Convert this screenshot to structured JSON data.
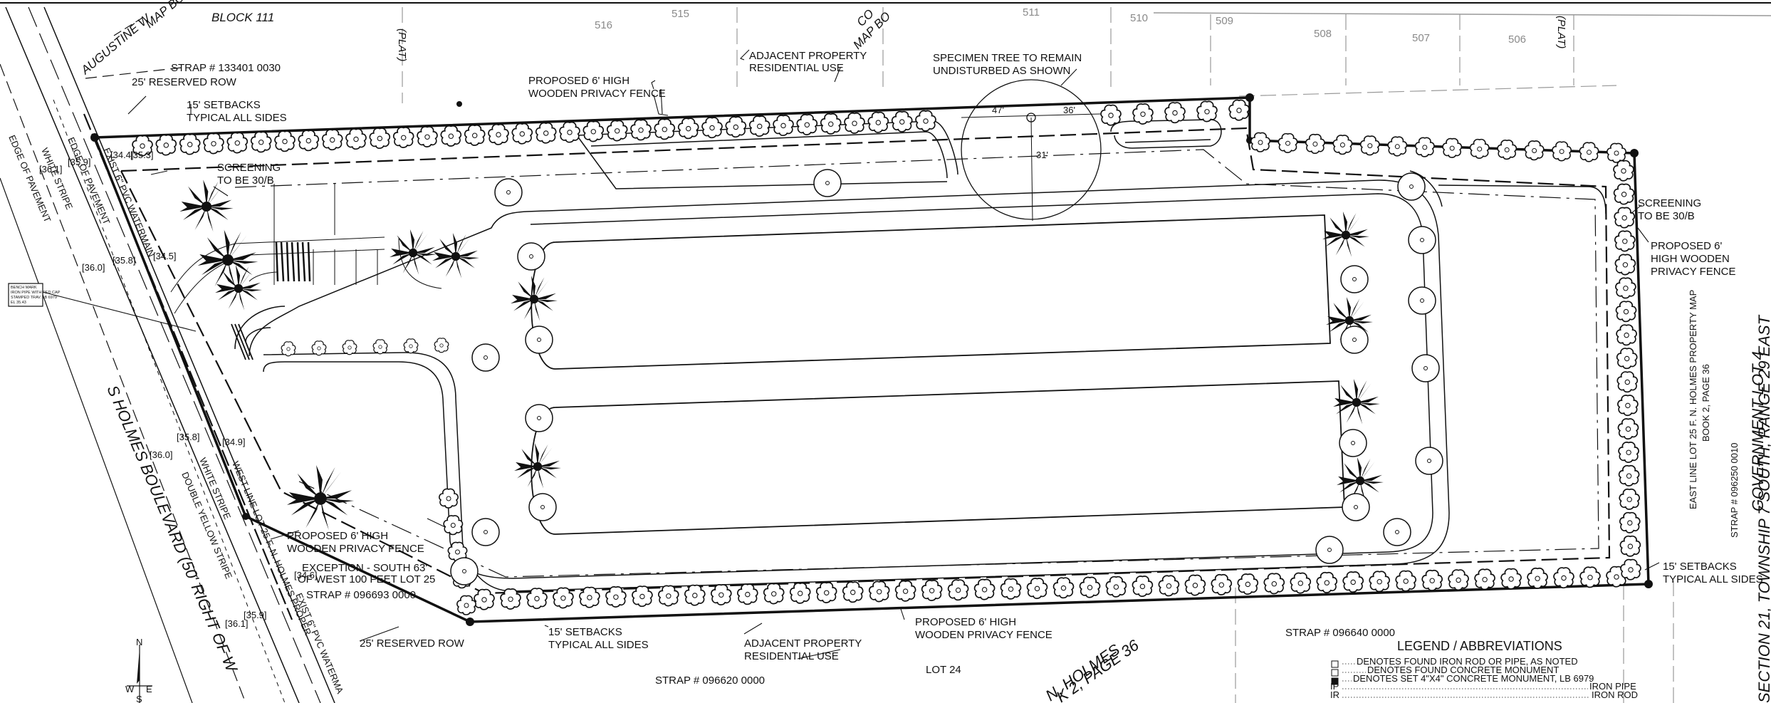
{
  "title_block": {
    "block": "BLOCK 111"
  },
  "lots_top": [
    "516",
    "515",
    "511",
    "510",
    "509",
    "508",
    "507",
    "506"
  ],
  "plat_left": "(PLAT)",
  "plat_right": "(PLAT)",
  "augustine": "AUGUSTINE W",
  "map_book_left": "MAP BOOK",
  "co_label": "CO",
  "map_book_top": "MAP BO",
  "labels": {
    "strap_133401": "STRAP # 133401 0030",
    "reserved_row_top": "25' RESERVED ROW",
    "setbacks_top": "15' SETBACKS",
    "setbacks_top_2": "TYPICAL ALL SIDES",
    "fence_top": "PROPOSED 6' HIGH",
    "fence_top_2": "WOODEN PRIVACY FENCE",
    "adjacent_top": "ADJACENT PROPERTY",
    "adjacent_top_2": "RESIDENTIAL USE",
    "specimen": "SPECIMEN TREE TO REMAIN",
    "specimen_2": "UNDISTURBED AS SHOWN",
    "screening_left": "SCREENING",
    "screening_left_2": "TO BE 30/B",
    "screening_right": "SCREENING",
    "screening_right_2": "TO BE 30/B",
    "fence_right": "PROPOSED 6'",
    "fence_right_2": "HIGH WOODEN",
    "fence_right_3": "PRIVACY FENCE",
    "fence_bottom_left": "PROPOSED 6' HIGH",
    "fence_bottom_left_2": "WOODEN PRIVACY FENCE",
    "exception": "EXCEPTION - SOUTH 63'",
    "exception_2": "OF WEST 100 FEET LOT 25",
    "strap_096693": "STRAP # 096693 0000",
    "reserved_row_bottom": "25' RESERVED ROW",
    "setbacks_bottom": "15' SETBACKS",
    "setbacks_bottom_2": "TYPICAL ALL SIDES",
    "adjacent_bottom": "ADJACENT PROPERTY",
    "adjacent_bottom_2": "RESIDENTIAL USE",
    "fence_bottom": "PROPOSED 6' HIGH",
    "fence_bottom_2": "WOODEN PRIVACY FENCE",
    "strap_096620": "STRAP # 096620 0000",
    "lot_24": "LOT 24",
    "strap_096640": "STRAP # 096640 0000",
    "setbacks_right": "15' SETBACKS",
    "setbacks_right_2": "TYPICAL ALL SIDES",
    "east_line": "EAST LINE LOT 25 F. N. HOLMES PROPERTY MAP",
    "east_line_2": "BOOK 2, PAGE 36",
    "strap_096250": "STRAP # 096250 0010",
    "gov_lot": "GOVERNMENT LOT 4",
    "section": "SECTION 21, TOWNSHIP 7 SOUTH, RANGE 29 EAST",
    "holmes_bottom": "N. HOLMES",
    "holmes_bottom_2": "K 2, PAGE 36",
    "road_name": "S HOLMES BOULEVARD (50' RIGHT OF W",
    "white_stripe": "WHITE STRIPE",
    "edge_pavement": "EDGE OF PAVEMENT",
    "edge_pavement_2": "EDGE OF PAVEMENT",
    "white_stripe_2": "WHITE STRIPE",
    "double_yellow": "DOUBLE YELLOW STRIPE",
    "west_line": "WEST LINE LOT 25 F. N. HOLMES PROPER",
    "watermain_top": "EXIST 6\" PVC WATERMAIN",
    "watermain_bottom": "EXIST 6\" PVC WATERMA",
    "benchmark": "BENCH MARK",
    "benchmark_2": "IRON PIPE WITH RED CAP",
    "benchmark_3": "STAMPED TRAV. LB 6979",
    "benchmark_4": "EL 35.43",
    "dim_47": "47'",
    "dim_36": "36'",
    "dim_31": "31'"
  },
  "elevations": [
    "[34.4]",
    "[35.3]",
    "[35.9]",
    "[36.1]",
    "[36.0]",
    "[35.8]",
    "[34.5]",
    "[35.8]",
    "[34.9]",
    "[36.0]",
    "[34.6]",
    "[35.9]",
    "[36.1]"
  ],
  "legend": {
    "title": "LEGEND / ABBREVIATIONS",
    "items": [
      "DENOTES FOUND IRON ROD OR PIPE, AS NOTED",
      "DENOTES FOUND CONCRETE MONUMENT",
      "DENOTES SET 4\"X4\" CONCRETE MONUMENT, LB 6979",
      "IRON PIPE",
      "IRON ROD"
    ],
    "abbreviations": [
      "IP",
      "IR"
    ]
  },
  "north_arrow": {
    "n": "N",
    "w": "W",
    "e": "E",
    "s": "S"
  }
}
